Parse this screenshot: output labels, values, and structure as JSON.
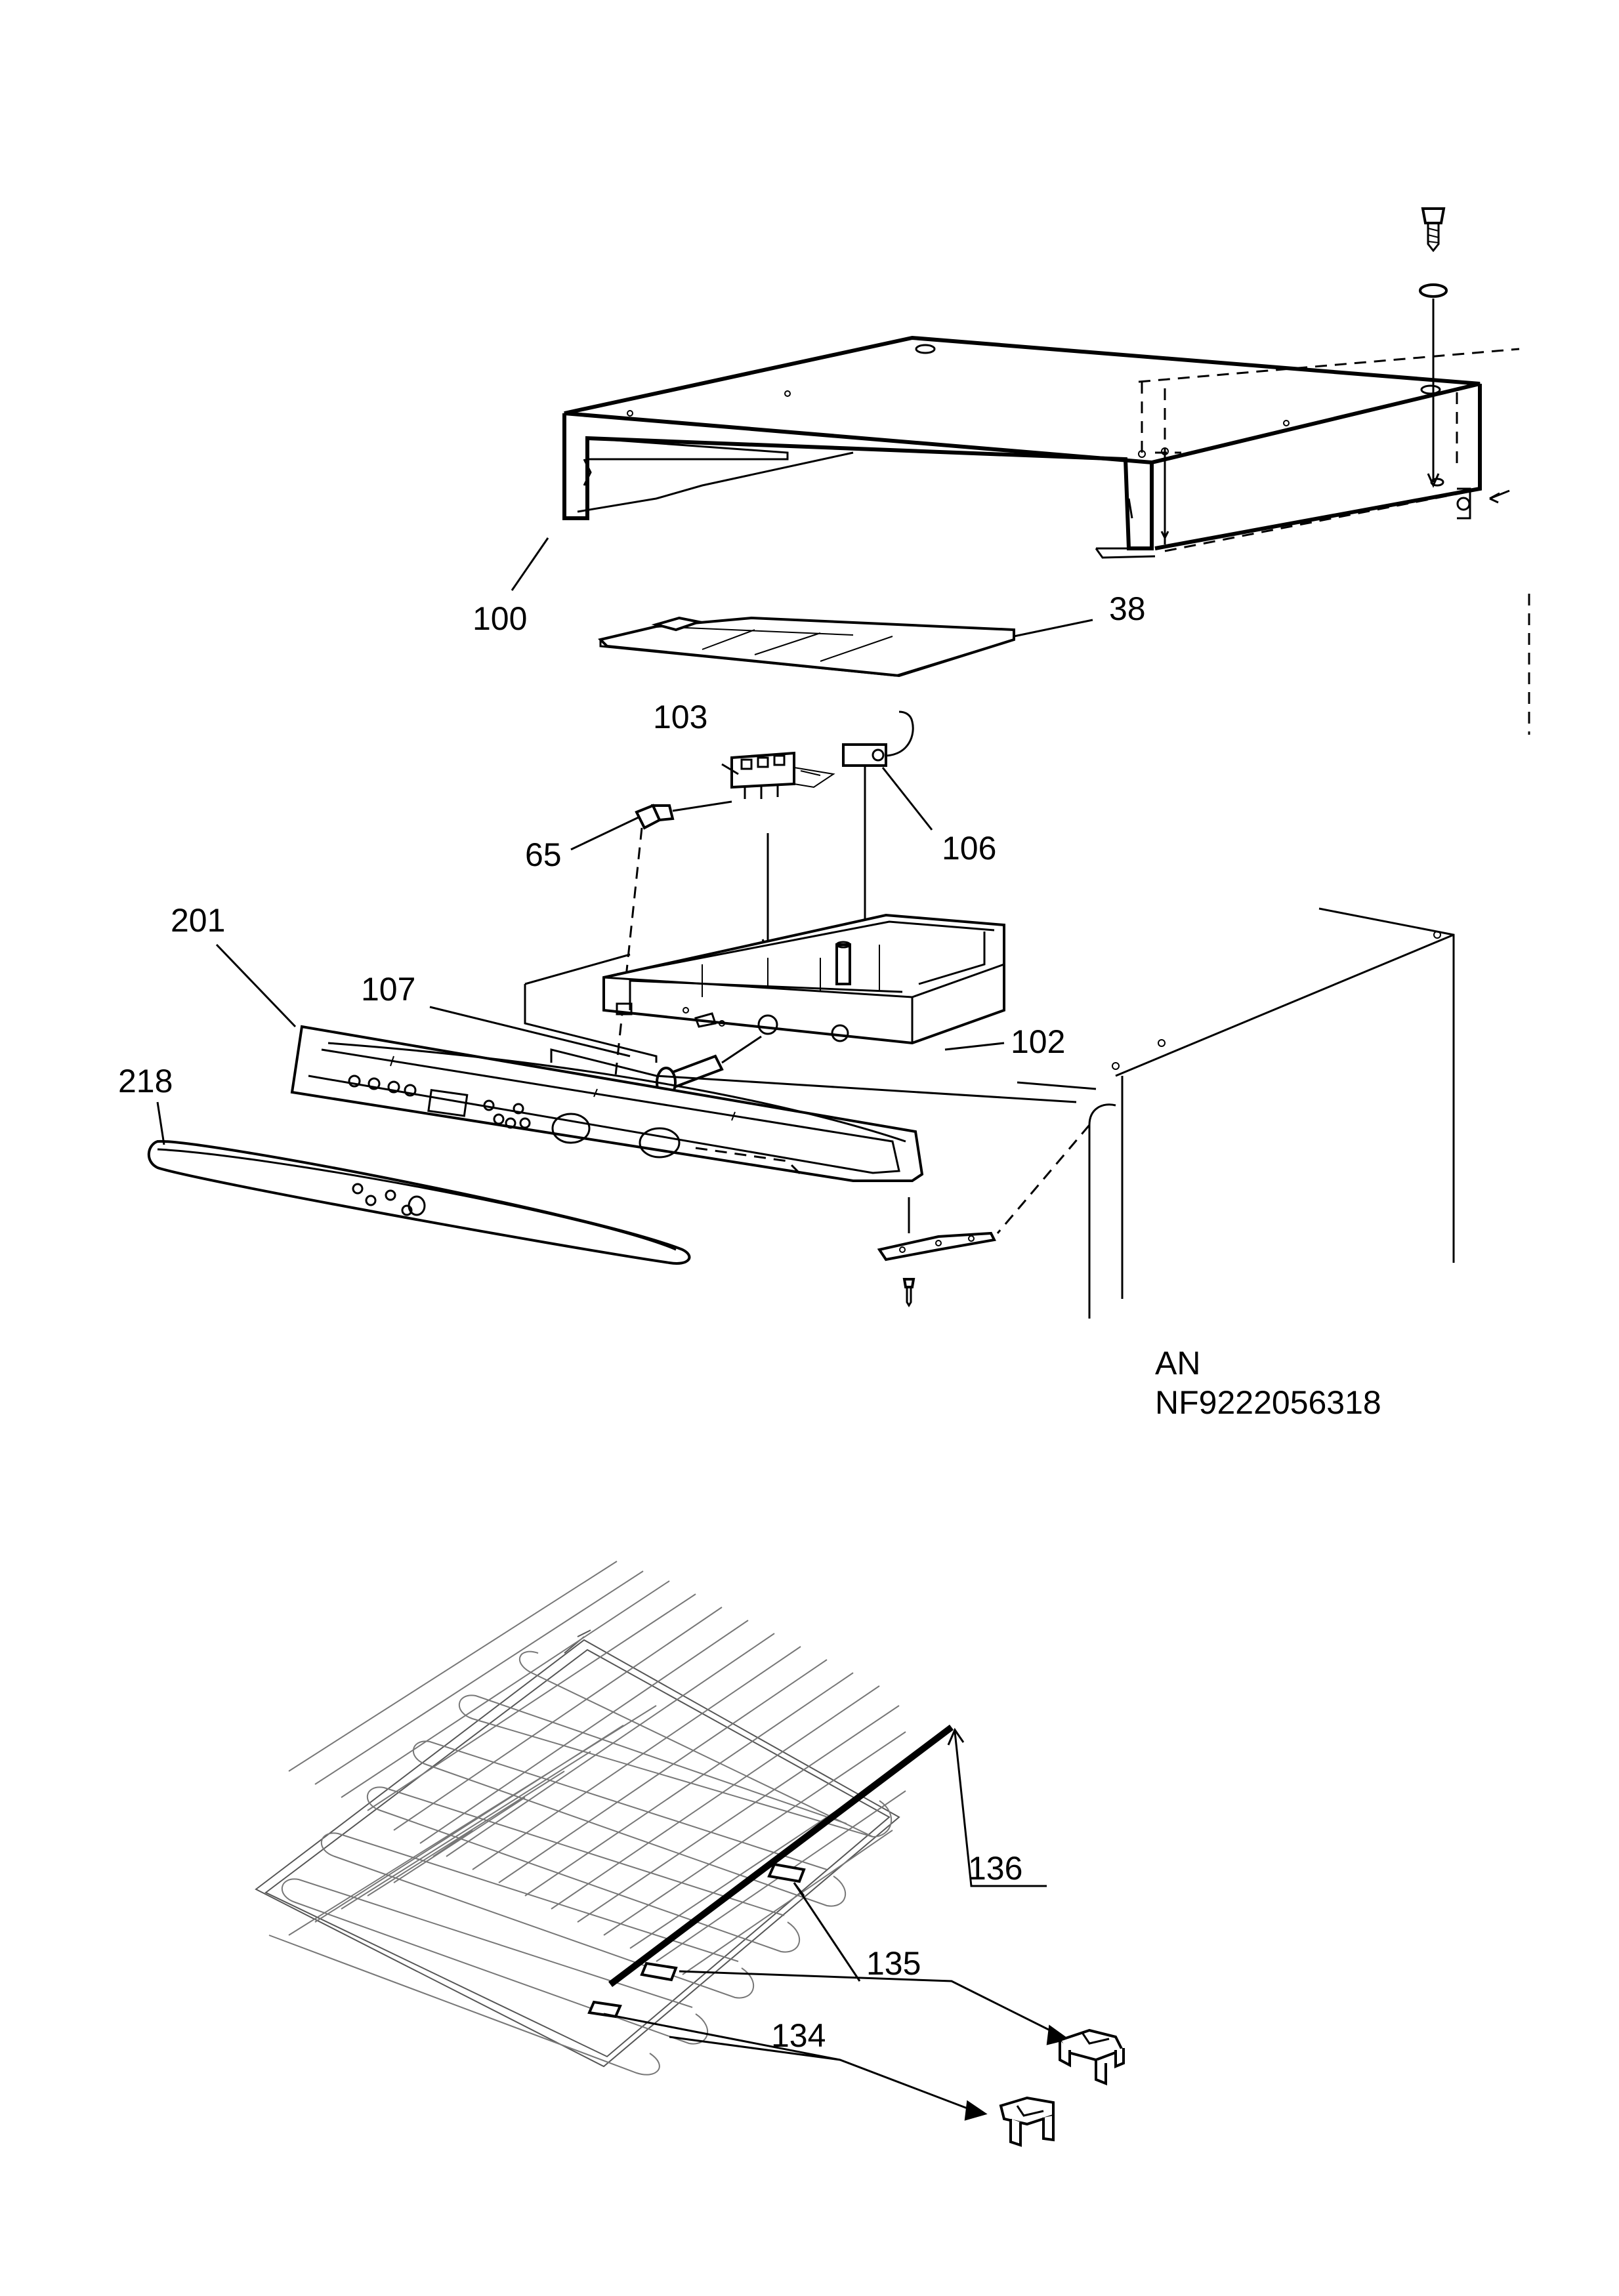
{
  "diagram": {
    "model_code": "AN",
    "part_number": "NF9222056318",
    "callouts": {
      "c100": "100",
      "c38": "38",
      "c103": "103",
      "c106": "106",
      "c65": "65",
      "c201": "201",
      "c107": "107",
      "c102": "102",
      "c218": "218",
      "c136": "136",
      "c135": "135",
      "c134": "134"
    }
  }
}
